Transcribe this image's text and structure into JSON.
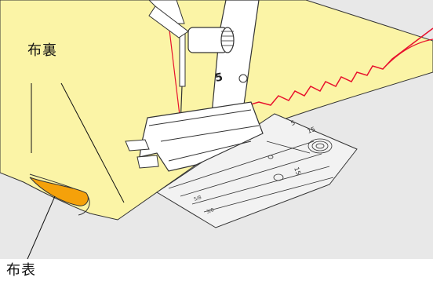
{
  "labels": {
    "fabric_back": "布裏",
    "fabric_front": "布表"
  },
  "plate_markings": {
    "upper_15": "15",
    "upper_5": "5",
    "lower_15": "15",
    "mark_5_8": "5/8",
    "mark_3_8": "3/8"
  },
  "presser_foot_number": "5",
  "colors": {
    "fabric": "#fbf4a6",
    "fabric_underside": "#f5a10a",
    "machine_bed": "#e8e8e8",
    "thread": "#e8112d",
    "outline": "#222222"
  },
  "icons": [
    "presser-foot-icon",
    "needle-icon",
    "needle-plate-icon"
  ]
}
